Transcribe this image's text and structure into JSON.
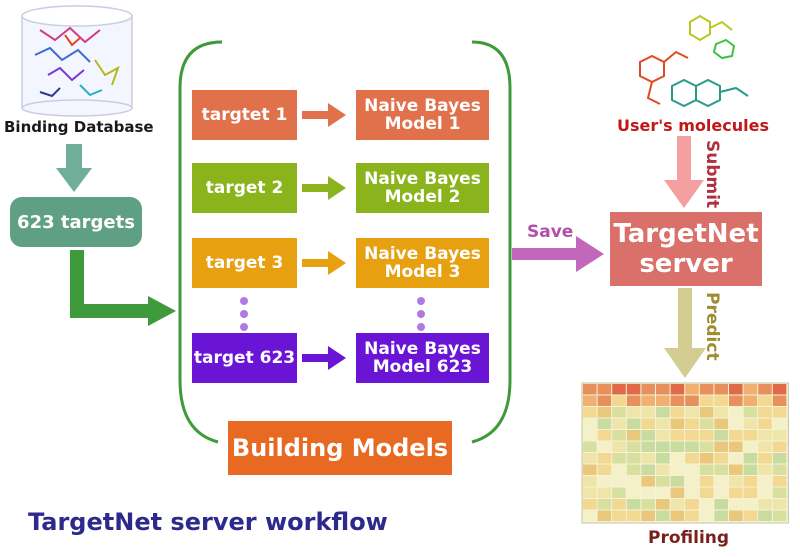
{
  "database": {
    "label": "Binding Database"
  },
  "targets_summary": {
    "label": "623 targets"
  },
  "pipelines": [
    {
      "target": "targtet 1",
      "model_line1": "Naive Bayes",
      "model_line2": "Model 1",
      "color": "#e0714a"
    },
    {
      "target": "target 2",
      "model_line1": "Naive Bayes",
      "model_line2": "Model 2",
      "color": "#8ab31c"
    },
    {
      "target": "target 3",
      "model_line1": "Naive Bayes",
      "model_line2": "Model 3",
      "color": "#e6a010"
    },
    {
      "target": "target 623",
      "model_line1": "Naive Bayes",
      "model_line2": "Model 623",
      "color": "#6a14d6"
    }
  ],
  "building_models": {
    "label": "Building Models",
    "color": "#e86a22"
  },
  "save_label": "Save",
  "server": {
    "line1": "TargetNet",
    "line2": "server",
    "color": "#d9706a"
  },
  "user_molecules": {
    "label": "User's molecules"
  },
  "submit_label": "Submit",
  "predict_label": "Predict",
  "profiling": {
    "label": "Profiling"
  },
  "workflow_title": "TargetNet server workflow",
  "colors": {
    "db_arrow": "#6fae98",
    "targets_box": "#5f9f83",
    "bracket": "#3e9a3a",
    "save_arrow": "#c267ba",
    "submit_arrow": "#f4a0a0",
    "predict_arrow": "#d4cd91",
    "title": "#2c2a8c",
    "molecules_text": "#c01818",
    "submit_text": "#b03040",
    "predict_text": "#a08c30",
    "profiling_text": "#7a1f1a"
  }
}
